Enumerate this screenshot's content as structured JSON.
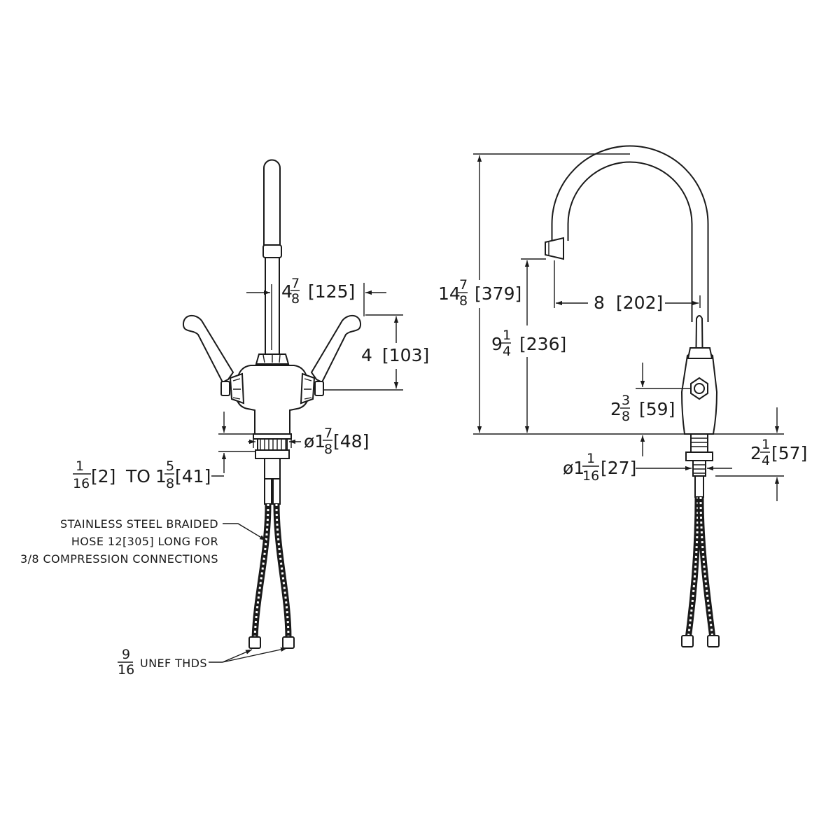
{
  "front_view": {
    "spout_center_dim": {
      "whole": "4",
      "num": "7",
      "den": "8",
      "metric": "[125]"
    },
    "handle_height_dim": {
      "value": "4",
      "metric": "[103]"
    },
    "flange_diameter_dim": {
      "prefix": "ø1",
      "num": "7",
      "den": "8",
      "metric": "[48]"
    },
    "mount_range_dim": {
      "num1": "1",
      "den1": "16",
      "metric1": "[2]",
      "to": "TO",
      "whole2": "1",
      "num2": "5",
      "den2": "8",
      "metric2": "[41]"
    },
    "hose_note": [
      "STAINLESS STEEL BRAIDED",
      "HOSE 12[305] LONG FOR",
      "3/8 COMPRESSION CONNECTIONS"
    ],
    "thread_note": {
      "num": "9",
      "den": "16",
      "text": "UNEF THDS"
    }
  },
  "side_view": {
    "overall_height_dim": {
      "whole": "14",
      "num": "7",
      "den": "8",
      "metric": "[379]"
    },
    "spout_height_dim": {
      "whole": "9",
      "num": "1",
      "den": "4",
      "metric": "[236]"
    },
    "spout_reach_dim": {
      "value": "8",
      "metric": "[202]"
    },
    "handle_pivot_dim": {
      "whole": "2",
      "num": "3",
      "den": "8",
      "metric": "[59]"
    },
    "shank_diameter_dim": {
      "prefix": "ø1",
      "num": "1",
      "den": "16",
      "metric": "[27]"
    },
    "shank_length_dim": {
      "whole": "2",
      "num": "1",
      "den": "4",
      "metric": "[57]"
    }
  }
}
